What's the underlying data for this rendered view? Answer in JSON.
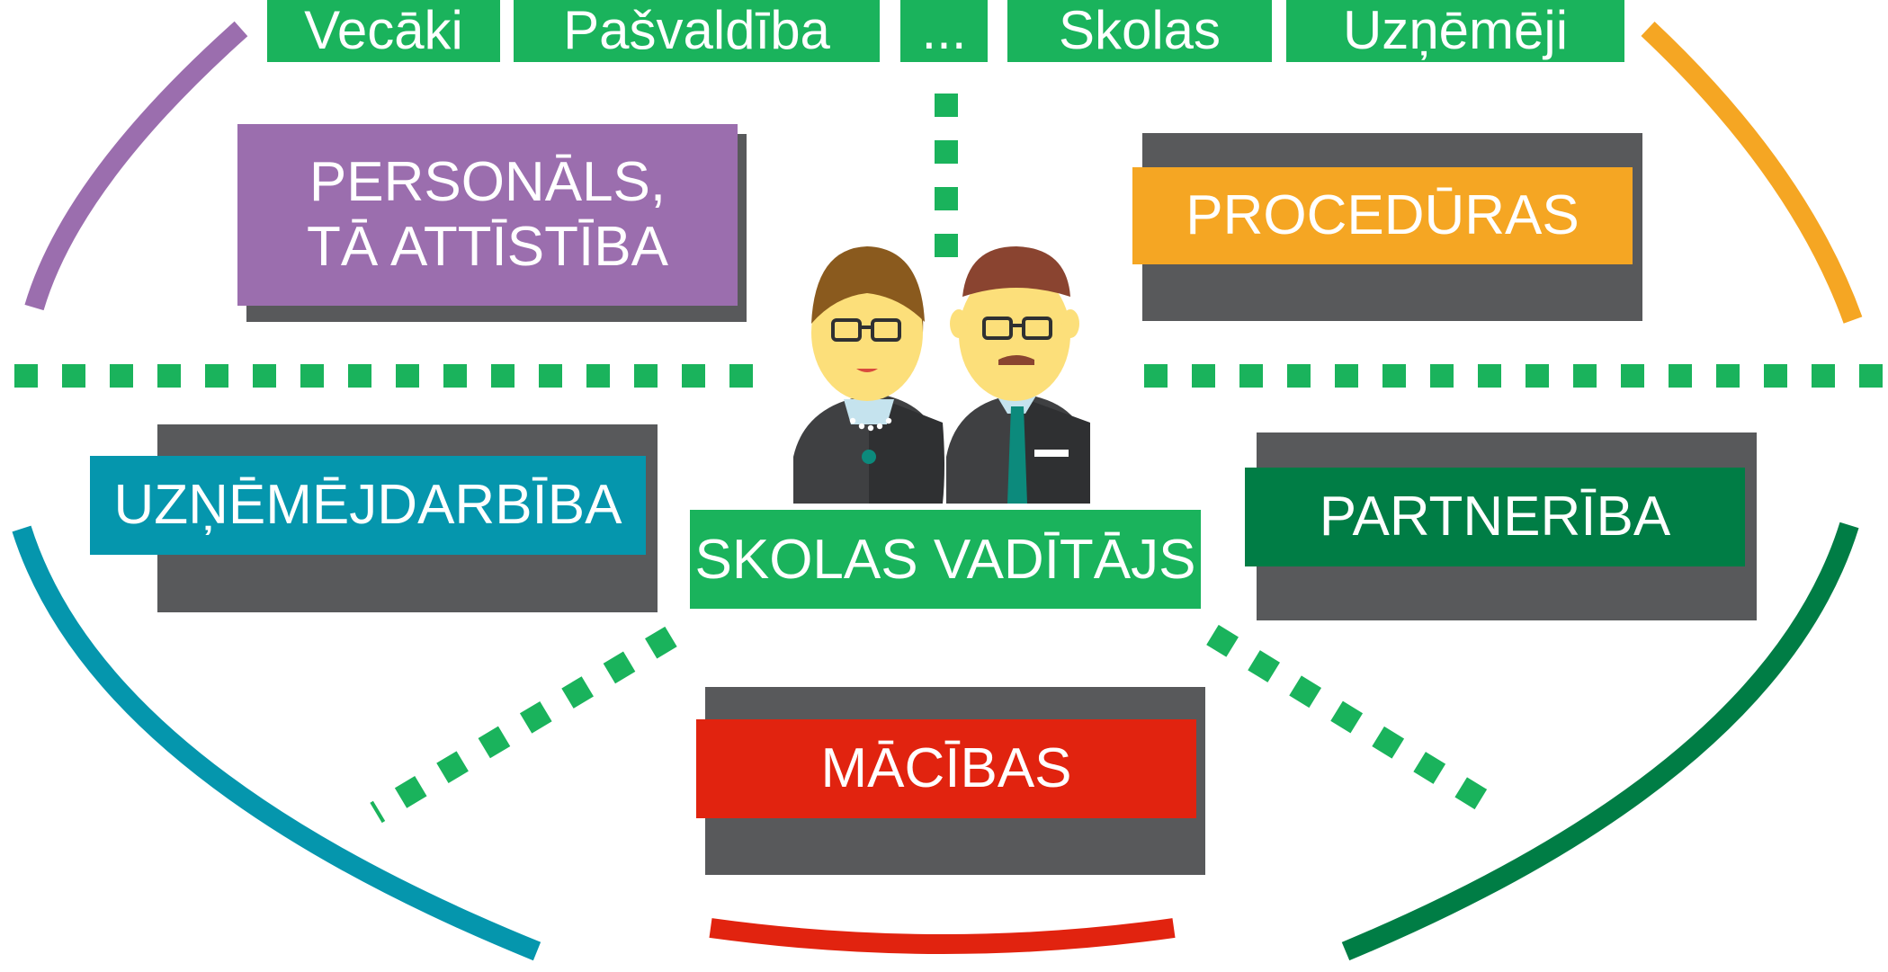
{
  "top_tags": [
    "Vecāki",
    "Pašvaldība",
    "...",
    "Skolas",
    "Uzņēmēji"
  ],
  "areas": {
    "personnel": "PERSONĀLS, TĀ ATTĪSTĪBA",
    "procedures": "PROCEDŪRAS",
    "entrepreneurship": "UZŅĒMĒJDARBĪBA",
    "partnership": "PARTNERĪBA",
    "studies": "MĀCĪBAS"
  },
  "center_label": "SKOLAS VADĪTĀJS",
  "colors": {
    "green": "#1ab35c",
    "purple": "#9b6eae",
    "orange": "#f5a623",
    "teal": "#0596ad",
    "dark_green": "#007d45",
    "red": "#e1230f",
    "shadow": "#58595b"
  },
  "figures": [
    "woman-figure",
    "man-figure"
  ]
}
